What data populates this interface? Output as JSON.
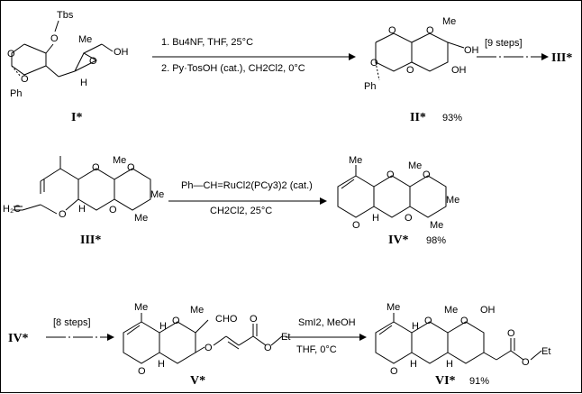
{
  "rows": [
    {
      "start": {
        "label": "I*"
      },
      "arrow": {
        "above": [
          "1. Bu4NF,  THF,  25°C",
          "2. Py·TosOH (cat.), CH2Cl2,  0°C"
        ],
        "below": []
      },
      "product": {
        "label": "II*",
        "yield": "93%"
      },
      "extra": {
        "above": "[9 steps]",
        "target": "III*"
      }
    },
    {
      "start": {
        "label": "III*"
      },
      "arrow": {
        "above": [
          "Ph—CH=RuCl2(PCy3)2 (cat.)"
        ],
        "below": [
          "CH2Cl2,    25°C"
        ]
      },
      "product": {
        "label": "IV*",
        "yield": "98%"
      }
    },
    {
      "pre": {
        "label": "IV*",
        "above": "[8 steps]"
      },
      "start": {
        "label": "V*"
      },
      "arrow": {
        "above": [
          "SmI2,  MeOH"
        ],
        "below": [
          "THF,    0°C"
        ]
      },
      "product": {
        "label": "VI*",
        "yield": "91%"
      }
    }
  ],
  "atoms": {
    "tbs": "Tbs",
    "o": "O",
    "ph": "Ph",
    "me": "Me",
    "oh": "OH",
    "h": "H",
    "cho": "CHO",
    "et": "Et"
  }
}
